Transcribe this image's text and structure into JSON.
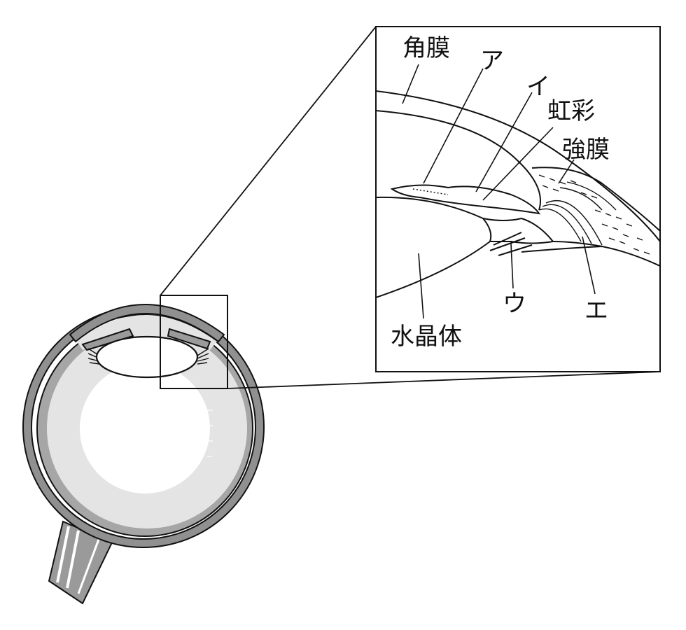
{
  "labels": {
    "cornea": "角膜",
    "a": "ア",
    "i": "イ",
    "iris": "虹彩",
    "sclera": "強膜",
    "u": "ウ",
    "e": "エ",
    "lens": "水晶体"
  }
}
